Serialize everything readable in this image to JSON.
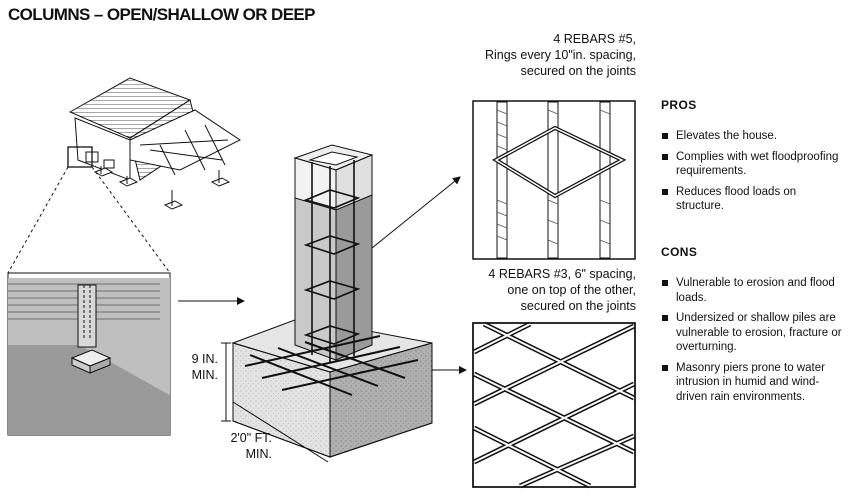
{
  "title": "COLUMNS – OPEN/SHALLOW OR DEEP",
  "labels": {
    "top_rebar": [
      "4 REBARS #5,",
      "Rings every 10\"in. spacing,",
      "secured on the joints"
    ],
    "bottom_rebar": [
      "4 REBARS #3, 6\" spacing,",
      "one on top of the other,",
      "secured on the joints"
    ],
    "depth_dim": [
      "9 IN.",
      "MIN."
    ],
    "width_dim": [
      "2'0\" FT.",
      "MIN."
    ]
  },
  "pros": {
    "heading": "PROS",
    "items": [
      "Elevates the house.",
      "Complies with wet floodproofing requirements.",
      "Reduces flood loads on structure."
    ]
  },
  "cons": {
    "heading": "CONS",
    "items": [
      "Vulnerable to erosion and flood loads.",
      "Undersized or shallow piles are vulnerable to erosion, fracture or overturning.",
      "Masonry piers prone to water intrusion in humid and wind-driven rain environments."
    ]
  }
}
